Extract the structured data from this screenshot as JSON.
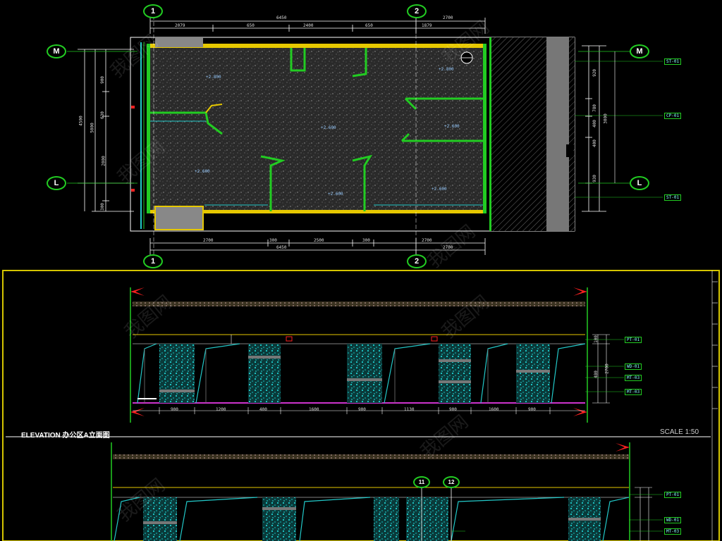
{
  "plan": {
    "grid_top": [
      "1",
      "2"
    ],
    "grid_bottom": [
      "1",
      "2"
    ],
    "grid_left": [
      "M",
      "L"
    ],
    "grid_right": [
      "M",
      "L"
    ],
    "dim_top_total": "6450",
    "dim_top_right": "2700",
    "dim_top_segments": [
      "2079",
      "650",
      "2400",
      "650",
      "1879"
    ],
    "dim_bottom_total": "6450",
    "dim_bottom_right": "2700",
    "dim_bottom_segments": [
      "2700",
      "300",
      "2500",
      "300",
      "2700"
    ],
    "dim_left": [
      "4500",
      "5000",
      "900",
      "630",
      "2000",
      "300"
    ],
    "dim_right": [
      "920",
      "780",
      "400",
      "400",
      "3000",
      "930"
    ],
    "tags_right": [
      "ST-01",
      "CP-01",
      "ST-01"
    ],
    "room_labels": [
      "+2.800",
      "+2.800",
      "+2.600",
      "+2.600",
      "+2.600",
      "+2.600",
      "+2.600"
    ]
  },
  "elevation_a": {
    "title_prefix": "ELEVATION",
    "title_cn": "办公区A立面图",
    "scale": "SCALE 1:50",
    "dims_bottom": [
      "900",
      "1200",
      "400",
      "1600",
      "900",
      "1130",
      "900",
      "1600",
      "900"
    ],
    "tags_right": [
      "PT-01",
      "WD-01",
      "MT-03",
      "MT-03"
    ],
    "dims_right": [
      "100",
      "2700",
      "480"
    ]
  },
  "elevation_b": {
    "tags_right": [
      "PT-01",
      "WD-01",
      "MT-03"
    ],
    "callouts": [
      "11",
      "12"
    ]
  },
  "watermark": "我图网",
  "colors": {
    "background": "#000000",
    "plan_fill": "#2a2a2a",
    "wall_outline": "#22cc22",
    "dim_line": "#ffffff",
    "accent_yellow": "#e6c800",
    "glass_cyan": "#22c8c8",
    "elev_red": "#ff2020",
    "magenta": "#cc33cc",
    "frame_yellow": "#d4c400"
  }
}
